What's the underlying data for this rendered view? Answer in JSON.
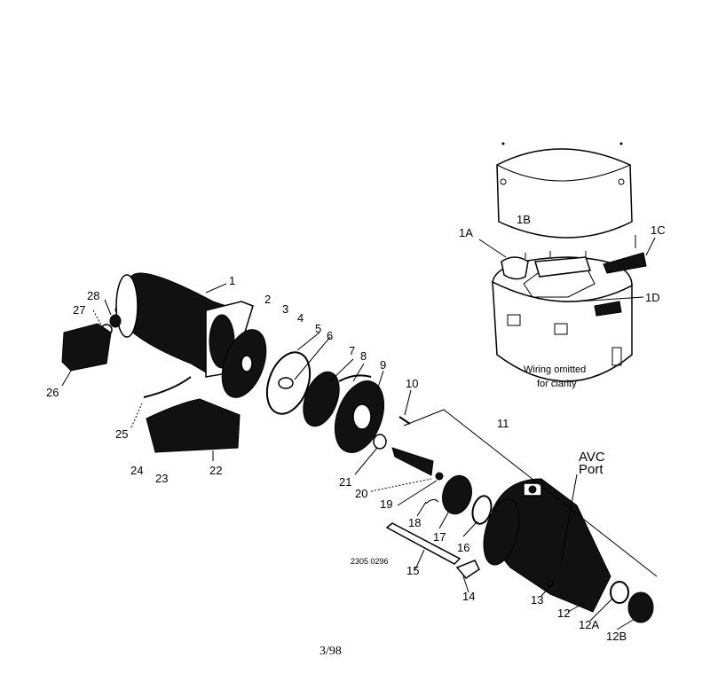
{
  "callouts": {
    "c1": "1",
    "c1A": "1A",
    "c1B": "1B",
    "c1C": "1C",
    "c1D": "1D",
    "c2": "2",
    "c3": "3",
    "c4": "4",
    "c5": "5",
    "c6": "6",
    "c7": "7",
    "c8": "8",
    "c9": "9",
    "c10": "10",
    "c11": "11",
    "c12": "12",
    "c12A": "12A",
    "c12B": "12B",
    "c13": "13",
    "c14": "14",
    "c15": "15",
    "c16": "16",
    "c17": "17",
    "c18": "18",
    "c19": "19",
    "c20": "20",
    "c21": "21",
    "c22": "22",
    "c23": "23",
    "c24": "24",
    "c25": "25",
    "c26": "26",
    "c27": "27",
    "c28": "28"
  },
  "avc_label": {
    "line1": "AVC",
    "line2": "Port"
  },
  "wiring_note": {
    "line1": "Wiring omitted",
    "line2": "for clarity"
  },
  "drawing_code": "2305 0296",
  "footer_date": "3/98"
}
